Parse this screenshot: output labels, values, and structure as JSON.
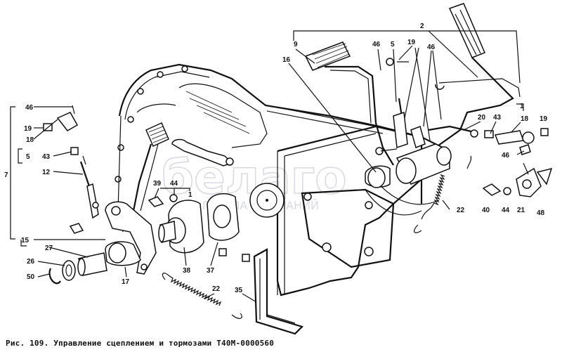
{
  "caption": "Рис. 109. Управление сцеплением и тормозами Т40М-0000560",
  "watermark": {
    "logo_text": "белаго",
    "sub_text": "ГРУППА КОМПАНИЙ"
  },
  "labels": [
    {
      "id": "2",
      "text": "2"
    },
    {
      "id": "9",
      "text": "9"
    },
    {
      "id": "16",
      "text": "16"
    },
    {
      "id": "46a",
      "text": "46"
    },
    {
      "id": "5a",
      "text": "5"
    },
    {
      "id": "19a",
      "text": "19"
    },
    {
      "id": "46b",
      "text": "46"
    },
    {
      "id": "1a",
      "text": "1"
    },
    {
      "id": "20",
      "text": "20"
    },
    {
      "id": "43a",
      "text": "43"
    },
    {
      "id": "18a",
      "text": "18"
    },
    {
      "id": "19b",
      "text": "19"
    },
    {
      "id": "46c",
      "text": "46"
    },
    {
      "id": "40",
      "text": "40"
    },
    {
      "id": "44a",
      "text": "44"
    },
    {
      "id": "21",
      "text": "21"
    },
    {
      "id": "48",
      "text": "48"
    },
    {
      "id": "22a",
      "text": "22"
    },
    {
      "id": "46d",
      "text": "46"
    },
    {
      "id": "19c",
      "text": "19"
    },
    {
      "id": "18b",
      "text": "18"
    },
    {
      "id": "5b",
      "text": "5"
    },
    {
      "id": "43b",
      "text": "43"
    },
    {
      "id": "12",
      "text": "12"
    },
    {
      "id": "7",
      "text": "7"
    },
    {
      "id": "15",
      "text": "15"
    },
    {
      "id": "27",
      "text": "27"
    },
    {
      "id": "26",
      "text": "26"
    },
    {
      "id": "50",
      "text": "50"
    },
    {
      "id": "17",
      "text": "17"
    },
    {
      "id": "39",
      "text": "39"
    },
    {
      "id": "44b",
      "text": "44"
    },
    {
      "id": "1b",
      "text": "1"
    },
    {
      "id": "38",
      "text": "38"
    },
    {
      "id": "37",
      "text": "37"
    },
    {
      "id": "22b",
      "text": "22"
    },
    {
      "id": "35",
      "text": "35"
    }
  ]
}
